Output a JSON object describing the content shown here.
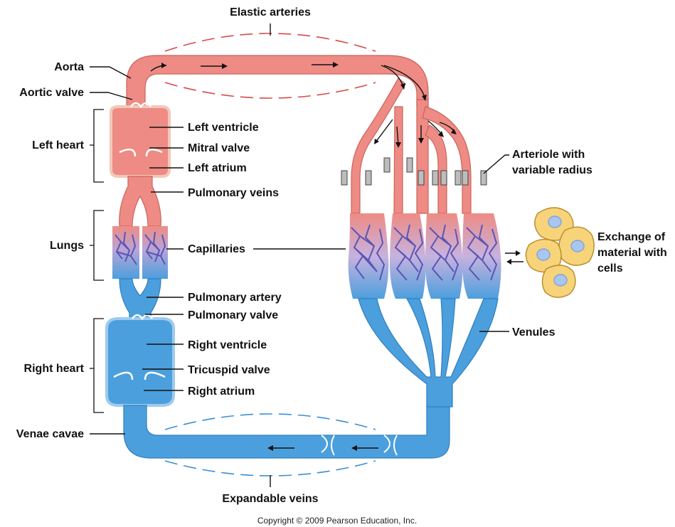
{
  "labels": {
    "elastic_arteries": "Elastic arteries",
    "aorta": "Aorta",
    "aortic_valve": "Aortic valve",
    "left_heart": "Left heart",
    "left_ventricle": "Left ventricle",
    "mitral_valve": "Mitral valve",
    "left_atrium": "Left atrium",
    "pulmonary_veins": "Pulmonary veins",
    "lungs": "Lungs",
    "capillaries": "Capillaries",
    "pulmonary_artery": "Pulmonary artery",
    "pulmonary_valve": "Pulmonary valve",
    "right_heart": "Right heart",
    "right_ventricle": "Right ventricle",
    "tricuspid_valve": "Tricuspid valve",
    "right_atrium": "Right atrium",
    "venae_cavae": "Venae cavae",
    "expandable_veins": "Expandable veins",
    "arteriole_line1": "Arteriole with",
    "arteriole_line2": "variable radius",
    "exchange_line1": "Exchange of",
    "exchange_line2": "material with",
    "exchange_line3": "cells",
    "venules": "Venules"
  },
  "copyright": "Copyright © 2009 Pearson Education, Inc.",
  "colors": {
    "artery": "#ee8b84",
    "vein": "#4c9fdd",
    "capillary": "#5b55b5",
    "cell": "#f7d37a",
    "nucleus": "#a9c6ee"
  }
}
